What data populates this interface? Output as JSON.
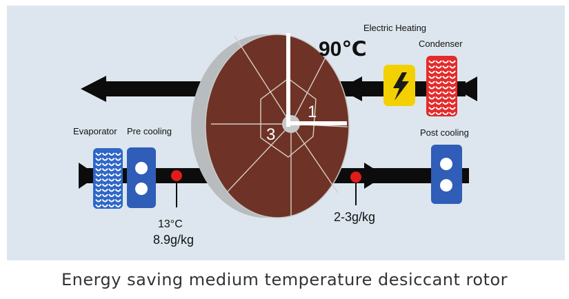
{
  "labels": {
    "electric_heating": "Electric Heating",
    "condenser": "Condenser",
    "evaporator": "Evaporator",
    "pre_cooling": "Pre cooling",
    "post_cooling": "Post cooling",
    "temperature_hot": "90℃",
    "inlet_temperature": "13°C",
    "inlet_humidity": "8.9g/kg",
    "outlet_humidity": "2-3g/kg",
    "zone_1": "1",
    "zone_3": "3"
  },
  "caption": "Energy saving medium temperature desiccant rotor",
  "colors": {
    "panel_bg": "#dde6ee",
    "rotor": "#6e3326",
    "rotor_rim": "#b9bcbf",
    "duct": "#0c0c0c",
    "heater": "#f3d000",
    "condenser": "#e42b2b",
    "evaporator_fill": "#2f67c8",
    "fan_box": "#2f5db8",
    "sensor": "#e21b1b"
  },
  "icons": {
    "heater": "lightning-bolt-icon",
    "fan": "fan-circles-icon"
  }
}
